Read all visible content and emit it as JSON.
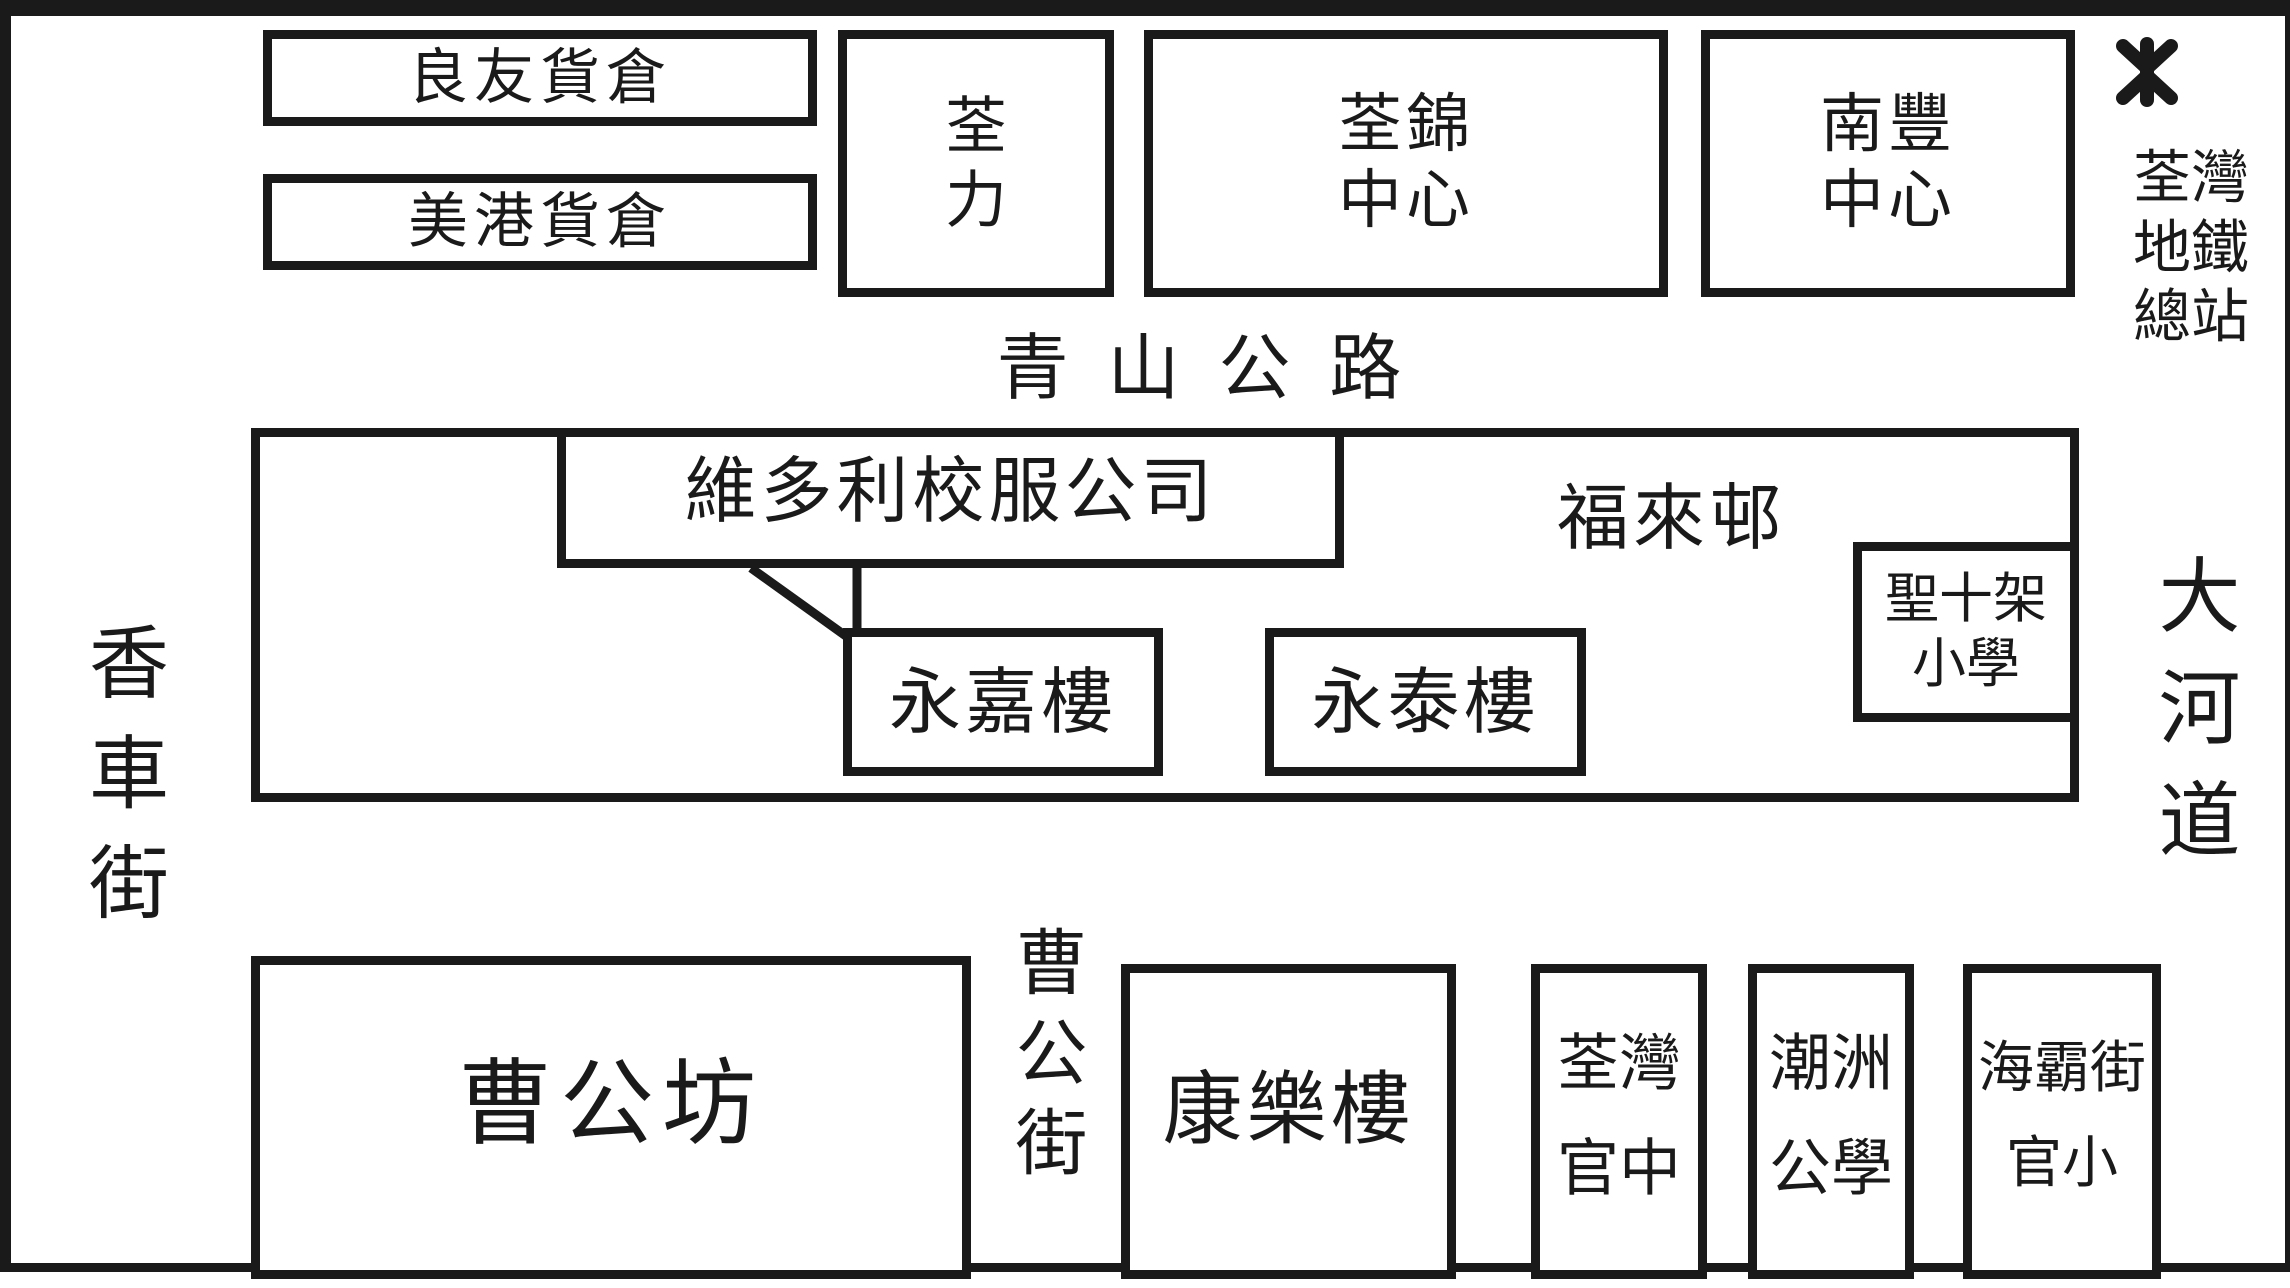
{
  "colors": {
    "ink": "#1a1a1a",
    "paper": "#ffffff"
  },
  "buildings": {
    "liangyou_warehouse": "良友貨倉",
    "meigang_warehouse": "美港貨倉",
    "quanli": "荃\n力",
    "tsuen_kam_centre": "荃錦\n中心",
    "nanfeng_centre": "南豐\n中心",
    "victoria_uniform": "維多利校服公司",
    "fulaicun": "福來邨",
    "wing_ka_house": "永嘉樓",
    "wing_tai_house": "永泰樓",
    "holy_cross_school": "聖十架\n小學",
    "cho_kung_fong": "曹公坊",
    "hong_lok_house": "康樂樓",
    "tsuen_wan_govt_secondary": "荃灣\n官中",
    "chiu_chow_school": "潮洲\n公學",
    "hoi_pa_street_school": "海霸街\n官小"
  },
  "roads": {
    "castle_peak_road": "青 山 公 路",
    "heung_che_street": "香車街",
    "tai_ho_road": "大河道",
    "cho_kung_street": "曹公街"
  },
  "landmarks": {
    "mtr_logo_icon": "mtr-logo",
    "tsuen_wan_mtr_station": "荃灣\n地鐵\n總站"
  }
}
